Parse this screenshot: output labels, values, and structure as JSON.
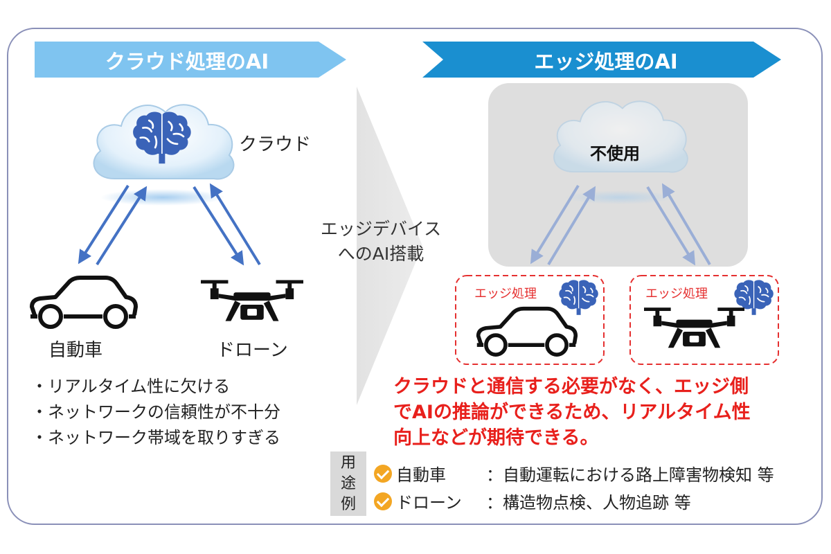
{
  "left_panel": {
    "title": "クラウド処理のAI",
    "cloud_label": "クラウド",
    "car_label": "自動車",
    "drone_label": "ドローン",
    "issues": [
      "・リアルタイム性に欠ける",
      "・ネットワークの信頼性が不十分",
      "・ネットワーク帯域を取りすぎる"
    ]
  },
  "middle": {
    "lines": [
      "エッジデバイス",
      "へのAI搭載"
    ]
  },
  "right_panel": {
    "title": "エッジ処理のAI",
    "cloud_label": "不使用",
    "car_edge_label": "エッジ処理",
    "drone_edge_label": "エッジ処理",
    "benefit": [
      "クラウドと通信する必要がなく、エッジ側",
      "でAIの推論ができるため、リアルタイム性",
      "向上などが期待できる。"
    ]
  },
  "usage": {
    "tag_chars": [
      "用",
      "途",
      "例"
    ],
    "items": [
      {
        "category": "自動車",
        "detail": "：自動運転における路上障害物検知 等"
      },
      {
        "category": "ドローン",
        "detail": "：構造物点検、人物追跡 等"
      }
    ]
  },
  "colors": {
    "left_banner": "#7fc4f0",
    "right_banner": "#1a8fd0",
    "arrow": "#4472c4",
    "brain": "#3a63b8",
    "red": "#e8201c",
    "check": "#f3a623"
  }
}
